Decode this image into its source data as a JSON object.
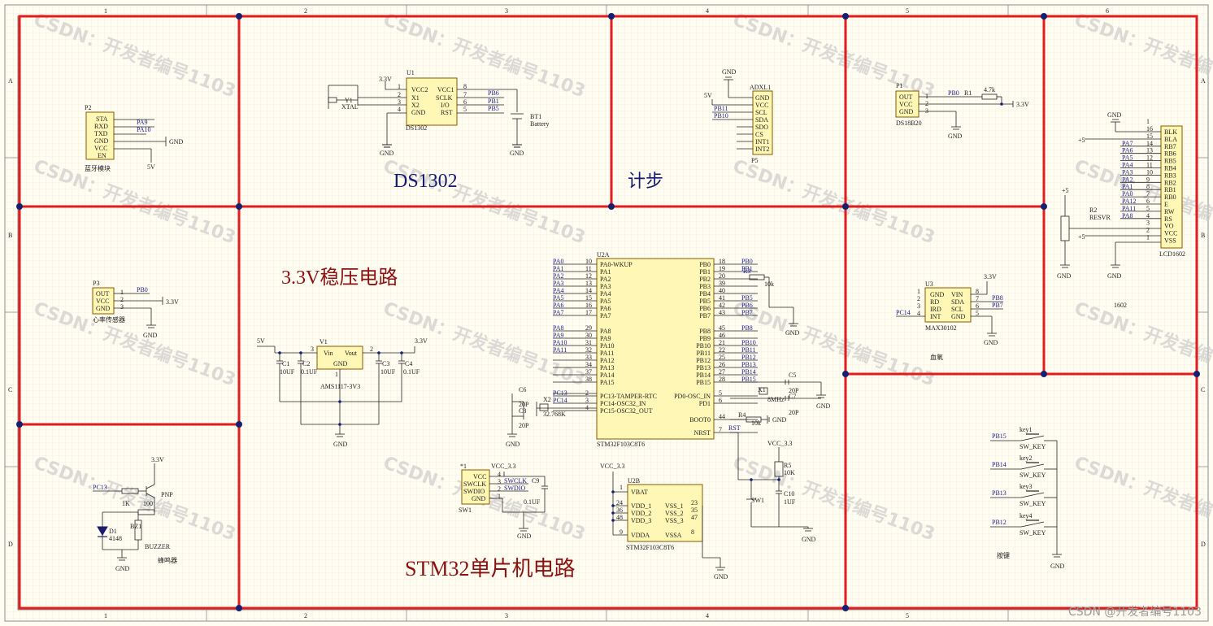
{
  "border": {
    "cols": [
      "1",
      "2",
      "3",
      "4",
      "5",
      "6"
    ],
    "rows": [
      "A",
      "B",
      "C",
      "D"
    ]
  },
  "headings": {
    "ds1302": "DS1302",
    "step": "计步",
    "regulator": "3.3V稳压电路",
    "stm32": "STM32单片机电路"
  },
  "bluetooth": {
    "ref": "P2",
    "pins": [
      "STA",
      "RXD",
      "TXD",
      "GND",
      "VCC",
      "EN"
    ],
    "nets": [
      "PA9",
      "PA10"
    ],
    "gnd": "GND",
    "v5": "5V",
    "caption": "蓝牙模块"
  },
  "rtc": {
    "ref": "U1",
    "left_pins": [
      "VCC2",
      "X1",
      "X2",
      "GND"
    ],
    "left_nums": [
      "1",
      "2",
      "3",
      "4"
    ],
    "right_pins": [
      "VCC1",
      "SCLK",
      "I/O",
      "RST"
    ],
    "right_nums": [
      "8",
      "7",
      "6",
      "5"
    ],
    "nets": [
      "PB6",
      "PB1",
      "PB5"
    ],
    "part": "DS1302",
    "vcc": "3.3V",
    "gnd": "GND",
    "crystal_ref": "Y1",
    "crystal": "XTAL",
    "bt_ref": "BT1",
    "bt": "Battery",
    "gnd2": "GND"
  },
  "accel": {
    "ref": "ADXL1",
    "pins": [
      "GND",
      "VCC",
      "SCL",
      "SDA",
      "SDO",
      "CS",
      "INT1",
      "INT2"
    ],
    "nets": [
      "PB11",
      "PB10"
    ],
    "v5": "5V",
    "gnd": "GND",
    "conn": "P5"
  },
  "temp": {
    "ref": "P1",
    "pins": [
      "OUT",
      "VCC",
      "GND"
    ],
    "nums": [
      "1",
      "2",
      "3"
    ],
    "net": "PB0",
    "r_ref": "R1",
    "r_val": "4.7k",
    "v33": "3.3V",
    "part": "DS18B20",
    "gnd": "GND"
  },
  "lcd": {
    "ref": "LCD1602",
    "pins": [
      "BLK",
      "BLA",
      "RB7",
      "RB6",
      "RB5",
      "RB4",
      "RB3",
      "RB2",
      "RB1",
      "RB0",
      "E",
      "RW",
      "RS",
      "VO",
      "VCC",
      "VSS"
    ],
    "nums": [
      "16",
      "15",
      "14",
      "13",
      "12",
      "11",
      "10",
      "9",
      "8",
      "7",
      "6",
      "5",
      "4",
      "3",
      "2",
      "1"
    ],
    "nets": [
      "PA7",
      "PA6",
      "PA5",
      "PA4",
      "PA3",
      "PA2",
      "PA1",
      "PA0",
      "PA12",
      "PA11",
      "PA8"
    ],
    "r_ref": "R2",
    "r_val": "RESVR",
    "plus5": "+5",
    "gnd": "GND",
    "title": "1602"
  },
  "heart": {
    "ref": "P3",
    "pins": [
      "OUT",
      "VCC",
      "GND"
    ],
    "nums": [
      "1",
      "2",
      "3"
    ],
    "net": "PB0",
    "v33": "3.3V",
    "caption": "心率传感器",
    "gnd": "GND"
  },
  "regulator": {
    "ref": "V1",
    "vin": "Vin",
    "vout": "Vout",
    "gnd": "GND",
    "part": "AMS1117-3V3",
    "v5": "5V",
    "v33": "3.3V",
    "caps": [
      "C1",
      "C2",
      "C3",
      "C4"
    ],
    "cap_vals": [
      "10UF",
      "0.1UF",
      "10UF",
      "0.1UF"
    ],
    "pin_nums": [
      "3",
      "2",
      "1"
    ],
    "gnd_label": "GND"
  },
  "mcu": {
    "ref": "U2A",
    "left_pins": [
      "PA0-WKUP",
      "PA1",
      "PA2",
      "PA3",
      "PA4",
      "PA5",
      "PA6",
      "PA7",
      "PA8",
      "PA9",
      "PA10",
      "PA11",
      "PA12",
      "PA13",
      "PA14",
      "PA15",
      "PC13-TAMPER-RTC",
      "PC14-OSC32_IN",
      "PC15-OSC32_OUT"
    ],
    "left_nets": [
      "PA0",
      "PA1",
      "PA2",
      "PA3",
      "PA4",
      "PA5",
      "PA6",
      "PA7",
      "PA8",
      "PA9",
      "PA10",
      "PA11",
      "",
      "",
      "",
      "",
      "PC13",
      "PC14",
      ""
    ],
    "left_nums": [
      "10",
      "11",
      "12",
      "13",
      "14",
      "15",
      "16",
      "17",
      "29",
      "30",
      "31",
      "32",
      "33",
      "34",
      "37",
      "38",
      "2",
      "3",
      "4"
    ],
    "right_pins": [
      "PB0",
      "PB1",
      "PB2",
      "PB3",
      "PB4",
      "PB5",
      "PB6",
      "PB7",
      "PB8",
      "PB9",
      "PB10",
      "PB11",
      "PB12",
      "PB13",
      "PB14",
      "PB15",
      "PD0-OSC_IN",
      "PD1",
      "BOOT0",
      "NRST"
    ],
    "right_nets": [
      "PB0",
      "PB1",
      "",
      "",
      "",
      "PB5",
      "PB6",
      "PB7",
      "PB8",
      "",
      "PB10",
      "PB11",
      "PB12",
      "PB13",
      "PB14",
      "PB15",
      "",
      "",
      "",
      ""
    ],
    "right_nums": [
      "18",
      "19",
      "20",
      "39",
      "40",
      "41",
      "42",
      "43",
      "45",
      "46",
      "21",
      "22",
      "25",
      "26",
      "27",
      "28",
      "5",
      "6",
      "44",
      "7"
    ],
    "part": "STM32F103C8T6",
    "r3": "R3",
    "r3v": "10k",
    "r4": "R4",
    "r4v": "10k",
    "x1": "X1",
    "x1v": "8MHz",
    "c5": "C5",
    "c7": "C7",
    "c20": "20P",
    "x2": "X2",
    "x2v": "32.768K",
    "c6": "C6",
    "c8": "C8",
    "p20": "20P",
    "rst": "RST",
    "gnd": "GND",
    "gnd_boot": "GND"
  },
  "swd": {
    "ref": "SW1",
    "star": "*1",
    "pins": [
      "VCC",
      "SWCLK",
      "SWDIO",
      "GND"
    ],
    "nums": [
      "4",
      "3",
      "2",
      "1"
    ],
    "nets": [
      "SWCLK",
      "SWDIO"
    ],
    "vcc": "VCC_3.3",
    "c9": "C9",
    "c9v": "0.1UF",
    "gnd": "GND"
  },
  "mcu_power": {
    "ref": "U2B",
    "pins_l": [
      "VBAT",
      "VDD_1",
      "VDD_2",
      "VDD_3",
      "VDDA"
    ],
    "nums_l": [
      "1",
      "24",
      "36",
      "48",
      "9"
    ],
    "pins_r": [
      "VSS_1",
      "VSS_2",
      "VSS_3",
      "VSSA"
    ],
    "nums_r": [
      "23",
      "35",
      "47",
      "8"
    ],
    "vcc": "VCC_3.3",
    "part": "STM32F103C8T6",
    "gnd": "GND"
  },
  "reset": {
    "vcc": "VCC_3.3",
    "r5": "R5",
    "r5v": "10K",
    "c10": "C10",
    "c10v": "1UF",
    "sw": "SW1",
    "gnd": "GND"
  },
  "oxy": {
    "ref": "U3",
    "left": [
      "GND",
      "RD",
      "IRD",
      "INT"
    ],
    "right": [
      "VIN",
      "SDA",
      "SCL",
      "GND"
    ],
    "nums_l": [
      "1",
      "2",
      "3",
      "4"
    ],
    "nums_r": [
      "8",
      "7",
      "6",
      "5"
    ],
    "nets": [
      "PB8",
      "PB7"
    ],
    "int_net": "PC14",
    "v33": "3.3V",
    "part": "MAX30102",
    "caption": "血氧",
    "gnd": "GND"
  },
  "buzzer": {
    "v33": "3.3V",
    "net": "PC13",
    "r_val": "1K",
    "r2_val": "100",
    "q": "PNP",
    "d": "D1",
    "dv": "4148",
    "bz": "BZ1",
    "bzv": "BUZZER",
    "caption": "蜂鸣器",
    "gnd": "GND"
  },
  "keys": {
    "nets": [
      "PB15",
      "PB14",
      "PB13",
      "PB12"
    ],
    "refs": [
      "key1",
      "key2",
      "key3",
      "key4"
    ],
    "part": "SW_KEY",
    "caption": "按键",
    "gnd": "GND"
  },
  "watermark": "CSDN：开发者编号1103",
  "footer": "CSDN @开发者编号1103"
}
